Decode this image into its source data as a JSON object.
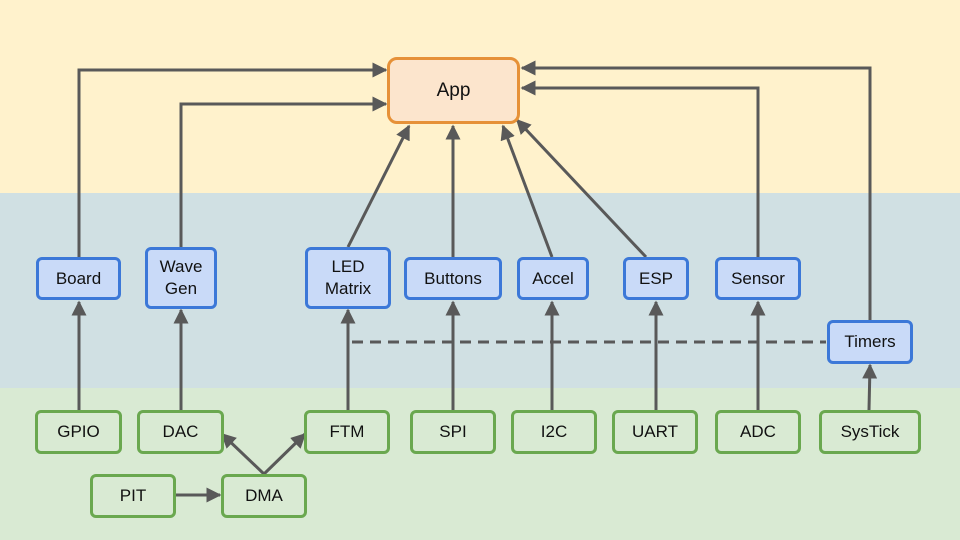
{
  "app": {
    "label": "App"
  },
  "drivers": {
    "board": "Board",
    "wavegen": "Wave\nGen",
    "ledmatrix": "LED\nMatrix",
    "buttons": "Buttons",
    "accel": "Accel",
    "esp": "ESP",
    "sensor": "Sensor",
    "timers": "Timers"
  },
  "hardware": {
    "gpio": "GPIO",
    "dac": "DAC",
    "ftm": "FTM",
    "spi": "SPI",
    "i2c": "I2C",
    "uart": "UART",
    "adc": "ADC",
    "systick": "SysTick",
    "pit": "PIT",
    "dma": "DMA"
  },
  "colors": {
    "app_band": "#fff2cc",
    "driver_band": "#d0e0e3",
    "hardware_band": "#d9ead3",
    "app_fill": "#fce5cd",
    "app_border": "#e69138",
    "driver_fill": "#c9daf8",
    "driver_border": "#3c78d8",
    "hardware_border": "#6aa84f",
    "edge": "#595959"
  }
}
